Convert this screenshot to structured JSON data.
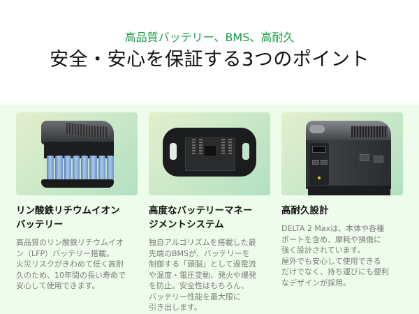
{
  "header": {
    "subtitle": "高品質バッテリー、BMS、高耐久",
    "title": "安全・安心を保証する3つのポイント"
  },
  "colors": {
    "accent_green": "#1e9a4a",
    "band_background": "#eefdeb",
    "body_text": "#7a7a7a",
    "heading_text": "#111111"
  },
  "cards": [
    {
      "image_alt": "battery-pack-with-lfp-cells",
      "heading_lines": [
        "リン酸鉄リチウムイオン",
        "バッテリー"
      ],
      "body_lines": [
        "高品質のリン酸鉄リチウムイオ",
        "ン（LFP）バッテリー搭載。",
        "火災リスクがきわめて低く高耐",
        "久のため、10年間の長い寿命で",
        "安心して使用できます。"
      ]
    },
    {
      "image_alt": "bms-circuit-board",
      "heading_lines": [
        "高度なバッテリーマネー",
        "ジメントシステム"
      ],
      "body_lines": [
        "独自アルゴリズムを搭載した最",
        "先端のBMSが、バッテリーを",
        "制御する「頭脳」として過電流",
        "や温度・電圧変動、発火や爆発",
        "を防止。安全性はもちろん、",
        "バッテリー性能を最大限に",
        "引き出します。"
      ]
    },
    {
      "image_alt": "delta-2-max-power-station",
      "heading_lines": [
        "高耐久設計"
      ],
      "body_lines": [
        "DELTA 2 Maxは、本体や各種",
        "ポートを含め、摩耗や損傷に",
        "強く設計されています。",
        "屋外でも安心して使用できる",
        "だけでなく、持ち運びにも便利",
        "なデザインが採用。"
      ]
    }
  ]
}
